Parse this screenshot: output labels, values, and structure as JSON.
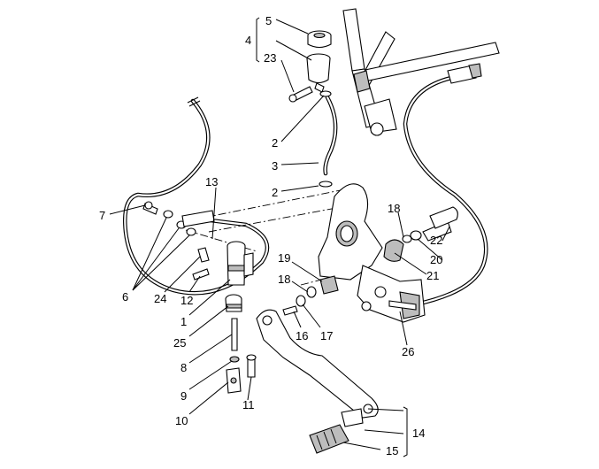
{
  "callouts": {
    "c1": "1",
    "c2a": "2",
    "c2b": "2",
    "c3": "3",
    "c4": "4",
    "c5": "5",
    "c6": "6",
    "c7": "7",
    "c8": "8",
    "c9": "9",
    "c10": "10",
    "c11": "11",
    "c12": "12",
    "c13": "13",
    "c14": "14",
    "c15": "15",
    "c16": "16",
    "c17": "17",
    "c18a": "18",
    "c18b": "18",
    "c19": "19",
    "c20": "20",
    "c21": "21",
    "c22": "22",
    "c23": "23",
    "c24": "24",
    "c25": "25",
    "c26": "26"
  }
}
